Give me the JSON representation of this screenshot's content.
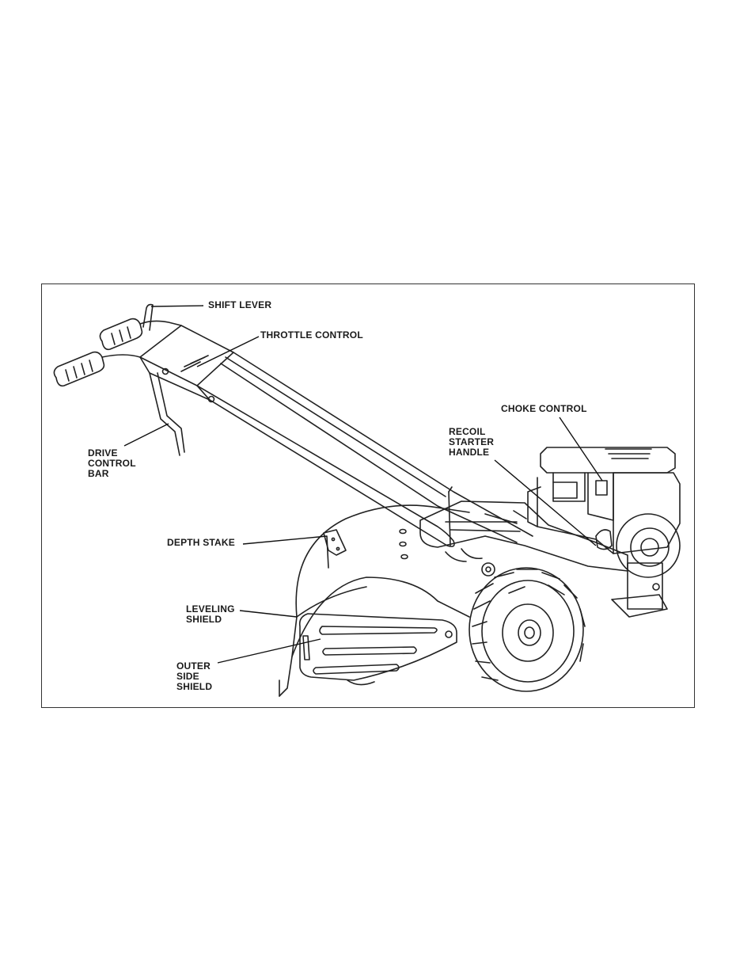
{
  "figure": {
    "callouts": {
      "shift_lever": [
        "SHIFT LEVER"
      ],
      "throttle_control": [
        "THROTTLE CONTROL"
      ],
      "choke_control": [
        "CHOKE CONTROL"
      ],
      "recoil_starter_handle": [
        "RECOIL",
        "STARTER",
        "HANDLE"
      ],
      "drive_control_bar": [
        "DRIVE",
        "CONTROL",
        "BAR"
      ],
      "depth_stake": [
        "DEPTH STAKE"
      ],
      "leveling_shield": [
        "LEVELING",
        "SHIELD"
      ],
      "outer_side_shield": [
        "OUTER",
        "SIDE",
        "SHIELD"
      ]
    },
    "colors": {
      "line": "#222222",
      "frame": "#333333",
      "paper": "#ffffff"
    }
  }
}
